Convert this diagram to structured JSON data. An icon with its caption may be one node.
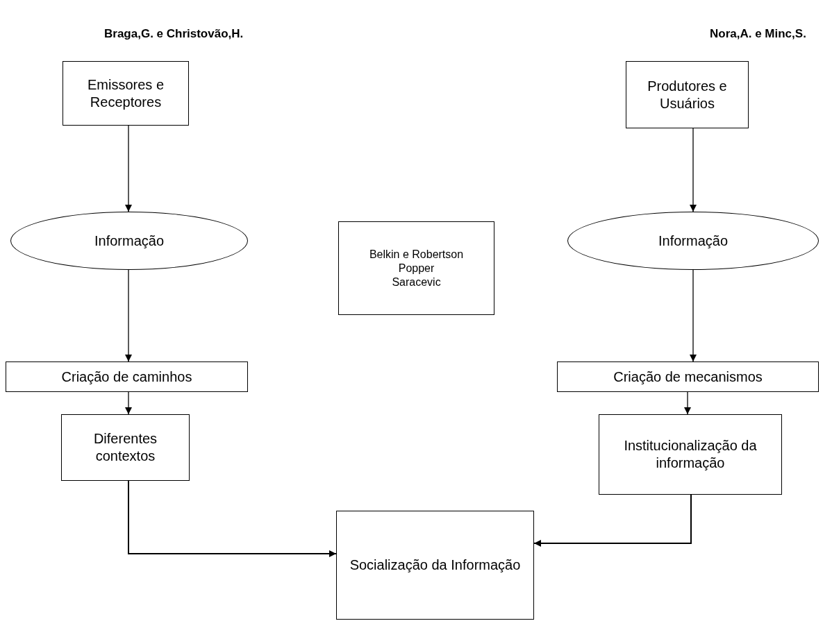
{
  "diagram": {
    "nodes": [
      {
        "text": [
          "Emissores e Receptores"
        ]
      },
      {
        "text": [
          "Informação"
        ]
      },
      {
        "text": [
          "Belkin e Robertson",
          "Popper",
          "Saracevic"
        ]
      },
      {
        "text": [
          "Criação de caminhos"
        ]
      },
      {
        "text": [
          "Diferentes contextos"
        ]
      },
      {
        "text": [
          "Produtores e Usuários"
        ]
      },
      {
        "text": [
          "Informação"
        ]
      },
      {
        "text": [
          "Criação de mecanismos"
        ]
      },
      {
        "text": [
          "Institucionalização da informação"
        ]
      },
      {
        "text": [
          "Socialização da Informação"
        ]
      }
    ],
    "edges": [
      {
        "from": 0,
        "to": 1,
        "arrow": "to"
      },
      {
        "from": 1,
        "to": 3,
        "arrow": "to"
      },
      {
        "from": 3,
        "to": 4,
        "arrow": "to"
      },
      {
        "from": 5,
        "to": 6,
        "arrow": "to"
      },
      {
        "from": 6,
        "to": 7,
        "arrow": "to"
      },
      {
        "from": 7,
        "to": 8,
        "arrow": "to"
      },
      {
        "from": 4,
        "to": 9,
        "arrow": "to"
      },
      {
        "from": 8,
        "to": 9,
        "arrow": "to"
      }
    ],
    "labels": [
      "Braga,G. e Christovão,H.",
      "Nora,A. e Minc,S."
    ]
  }
}
